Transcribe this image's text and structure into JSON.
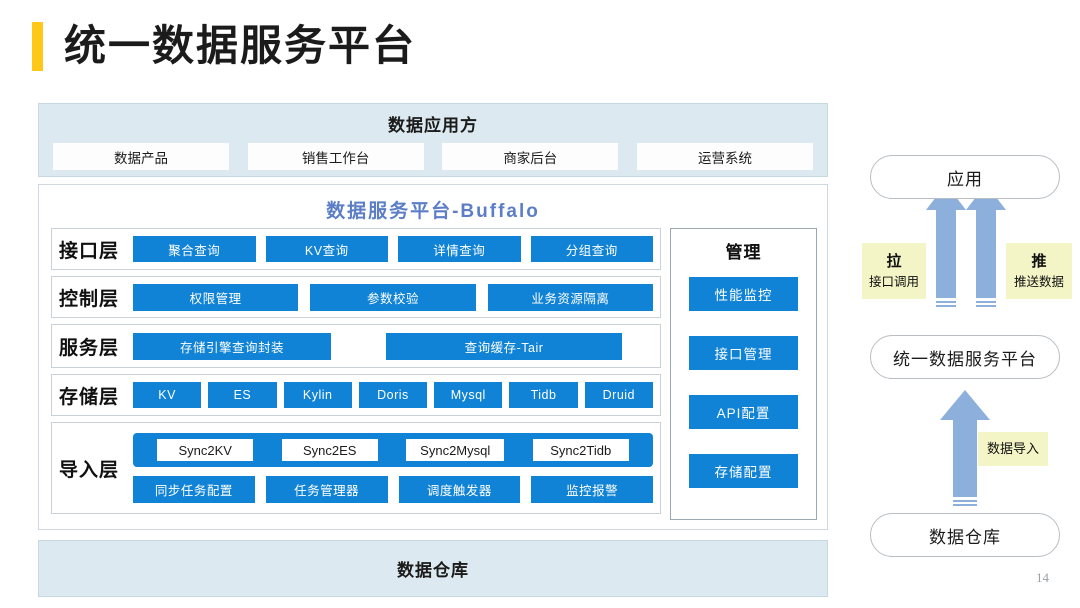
{
  "slide": {
    "title": "统一数据服务平台",
    "page_number": "14",
    "accent_color": "#FFC819",
    "blue_color": "#1083D6",
    "band_color": "#DCE9F0",
    "platform_title_color": "#5C7EC6",
    "note_color": "#F4F5C6"
  },
  "consumers": {
    "title": "数据应用方",
    "items": [
      {
        "label": "数据产品"
      },
      {
        "label": "销售工作台"
      },
      {
        "label": "商家后台"
      },
      {
        "label": "运营系统"
      }
    ]
  },
  "platform": {
    "title": "数据服务平台-Buffalo",
    "layers": [
      {
        "key": "interface",
        "label": "接口层",
        "items": [
          {
            "label": "聚合查询"
          },
          {
            "label": "KV查询"
          },
          {
            "label": "详情查询"
          },
          {
            "label": "分组查询"
          }
        ]
      },
      {
        "key": "control",
        "label": "控制层",
        "items": [
          {
            "label": "权限管理"
          },
          {
            "label": "参数校验"
          },
          {
            "label": "业务资源隔离"
          }
        ]
      },
      {
        "key": "service",
        "label": "服务层",
        "items": [
          {
            "label": "存储引擎查询封装"
          },
          {
            "label": "查询缓存-Tair"
          }
        ]
      },
      {
        "key": "storage",
        "label": "存储层",
        "items": [
          {
            "label": "KV"
          },
          {
            "label": "ES"
          },
          {
            "label": "Kylin"
          },
          {
            "label": "Doris"
          },
          {
            "label": "Mysql"
          },
          {
            "label": "Tidb"
          },
          {
            "label": "Druid"
          }
        ]
      },
      {
        "key": "import",
        "label": "导入层",
        "sync_items": [
          {
            "label": "Sync2KV"
          },
          {
            "label": "Sync2ES"
          },
          {
            "label": "Sync2Mysql"
          },
          {
            "label": "Sync2Tidb"
          }
        ],
        "items": [
          {
            "label": "同步任务配置"
          },
          {
            "label": "任务管理器"
          },
          {
            "label": "调度触发器"
          },
          {
            "label": "监控报警"
          }
        ]
      }
    ]
  },
  "management": {
    "title": "管理",
    "items": [
      {
        "label": "性能监控"
      },
      {
        "label": "接口管理"
      },
      {
        "label": "API配置"
      },
      {
        "label": "存储配置"
      }
    ]
  },
  "warehouse": {
    "label": "数据仓库"
  },
  "flow": {
    "nodes": [
      {
        "key": "app",
        "label": "应用"
      },
      {
        "key": "platform",
        "label": "统一数据服务平台"
      },
      {
        "key": "warehouse",
        "label": "数据仓库"
      }
    ],
    "notes": [
      {
        "key": "pull",
        "big": "拉",
        "small": "接口调用"
      },
      {
        "key": "push",
        "big": "推",
        "small": "推送数据"
      },
      {
        "key": "import",
        "big": "",
        "small": "数据导入"
      }
    ]
  }
}
